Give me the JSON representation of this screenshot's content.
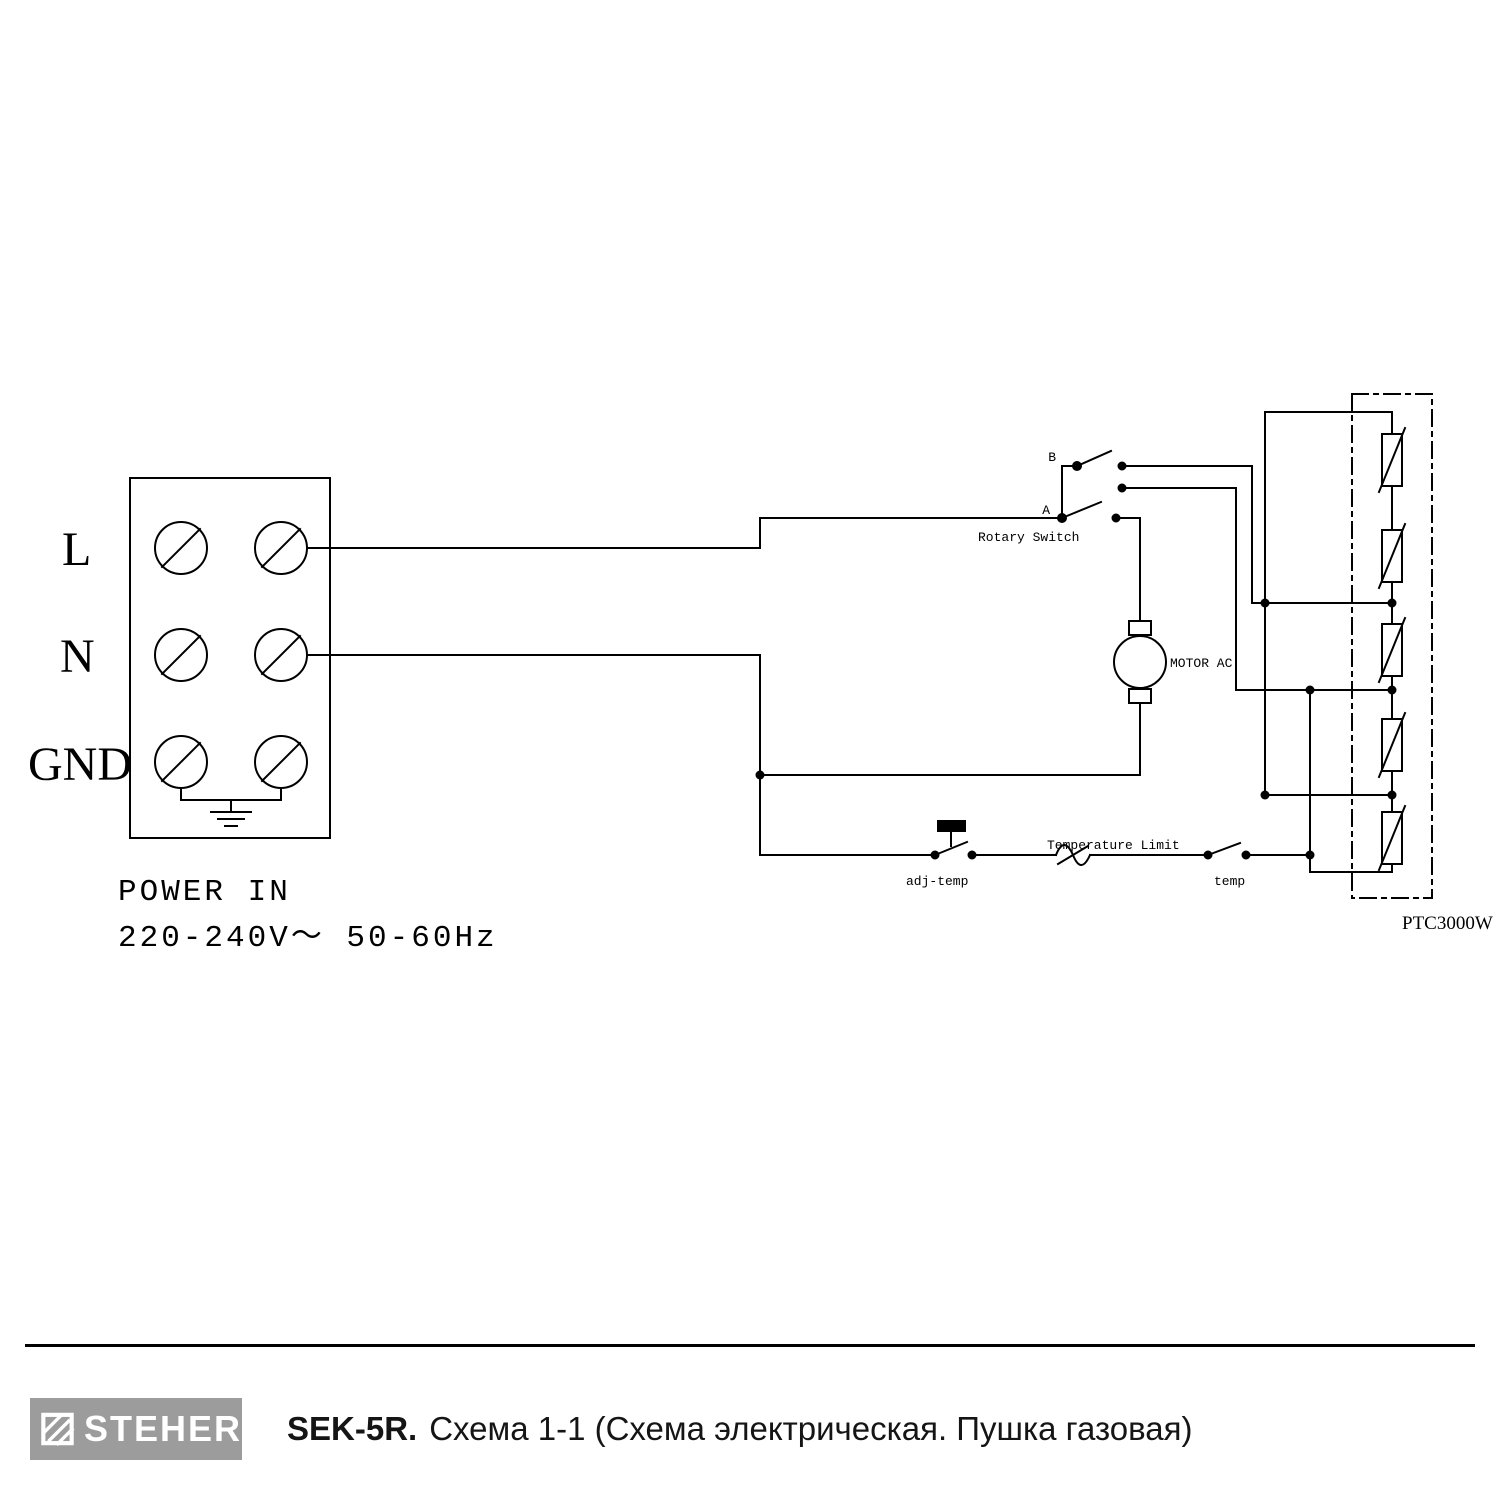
{
  "diagram": {
    "terminals": {
      "labels": [
        "L",
        "N",
        "GND"
      ]
    },
    "power": {
      "line1": "POWER IN",
      "line2": "220-240V～ 50-60Hz"
    },
    "rotary_switch": {
      "label": "Rotary Switch",
      "contact_b": "B",
      "contact_a": "A"
    },
    "motor": {
      "label": "MOTOR AC"
    },
    "thermostat": {
      "adj_temp": "adj-temp",
      "temperature_limit": "Temperature Limit",
      "temp": "temp"
    },
    "ptc": {
      "label": "PTC3000W"
    }
  },
  "footer": {
    "brand": "STEHER",
    "model": "SEK-5R.",
    "caption": "Схема 1-1 (Схема электрическая. Пушка газовая)"
  },
  "colors": {
    "line": "#000000",
    "logo_bg": "#9c9c9c"
  }
}
